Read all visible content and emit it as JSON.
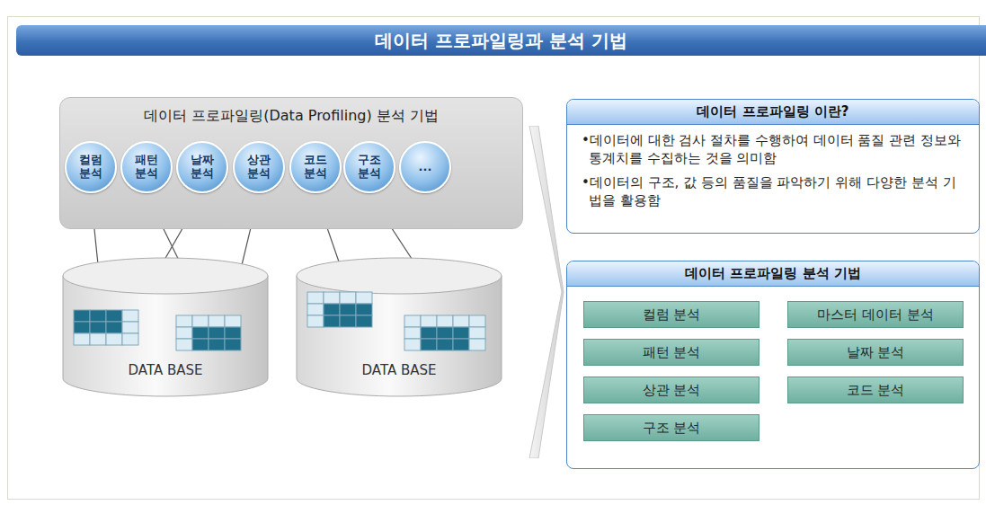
{
  "diagram": {
    "title": "데이터 프로파일링과 분석 기법",
    "nodes": [
      {
        "text": [
          "데이터 프로파일링(Data Profiling) 분석 기법"
        ]
      },
      {
        "text": [
          "컬럼 분석"
        ],
        "in": 0
      },
      {
        "text": [
          "패턴 분석"
        ],
        "in": 0
      },
      {
        "text": [
          "날짜 분석"
        ],
        "in": 0
      },
      {
        "text": [
          "상관 분석"
        ],
        "in": 0
      },
      {
        "text": [
          "코드 분석"
        ],
        "in": 0
      },
      {
        "text": [
          "구조 분석"
        ],
        "in": 0
      },
      {
        "text": [
          "..."
        ],
        "in": 0
      },
      {
        "text": [
          "DATA BASE"
        ]
      },
      {
        "text": [
          "DATA BASE"
        ]
      },
      {
        "text": [
          "데이터 프로파일링 이란?",
          "•데이터에 대한 검사 절차를 수행하여 데이터 품질 관련 정보와 통계치를 수집하는 것을 의미함",
          "•데이터의 구조, 값 등의 품질을 파악하기 위해 다양한 분석 기법을 활용함"
        ]
      },
      {
        "text": [
          "데이터 프로파일링 분석 기법"
        ]
      },
      {
        "text": [
          "컬럼 분석"
        ],
        "in": 11
      },
      {
        "text": [
          "마스터 데이터 분석"
        ],
        "in": 11
      },
      {
        "text": [
          "패턴 분석"
        ],
        "in": 11
      },
      {
        "text": [
          "날짜 분석"
        ],
        "in": 11
      },
      {
        "text": [
          "상관 분석"
        ],
        "in": 11
      },
      {
        "text": [
          "코드 분석"
        ],
        "in": 11
      },
      {
        "text": [
          "구조 분석"
        ],
        "in": 11
      }
    ],
    "edges": [
      {
        "from": 1,
        "to": 8,
        "arrow": "to"
      },
      {
        "from": 2,
        "to": 8,
        "arrow": "to"
      },
      {
        "from": 3,
        "to": 8,
        "arrow": "to"
      },
      {
        "from": 4,
        "to": 8,
        "arrow": "to"
      },
      {
        "from": 5,
        "to": 9,
        "arrow": "to"
      },
      {
        "from": 6,
        "to": 9,
        "arrow": "to"
      }
    ]
  }
}
